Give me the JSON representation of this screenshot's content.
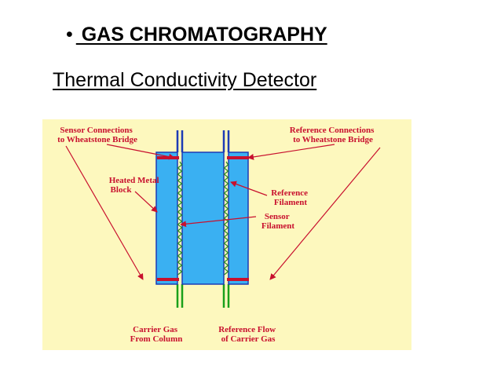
{
  "slide": {
    "bullet": "•",
    "title": " GAS  CHROMATOGRAPHY",
    "subtitle": "Thermal Conductivity Detector"
  },
  "diagram": {
    "colors": {
      "background": "#fdf8be",
      "label_text": "#c8102e",
      "block_fill": "#3ab0f2",
      "block_stroke": "#1d3bb5",
      "filament": "#2b8a2b",
      "connection": "#c8102e",
      "gas_tube": "#1aa01a"
    },
    "labels": {
      "sensor_connections": [
        "Sensor Connections",
        "to Wheatstone Bridge"
      ],
      "reference_connections": [
        "Reference Connections",
        "to Wheatstone Bridge"
      ],
      "heated_block": [
        "Heated Metal",
        "Block"
      ],
      "reference_filament": [
        "Reference",
        "Filament"
      ],
      "sensor_filament": [
        "Sensor",
        "Filament"
      ],
      "carrier_gas": [
        "Carrier Gas",
        "From Column"
      ],
      "reference_flow": [
        "Reference Flow",
        "of  Carrier Gas"
      ]
    }
  }
}
